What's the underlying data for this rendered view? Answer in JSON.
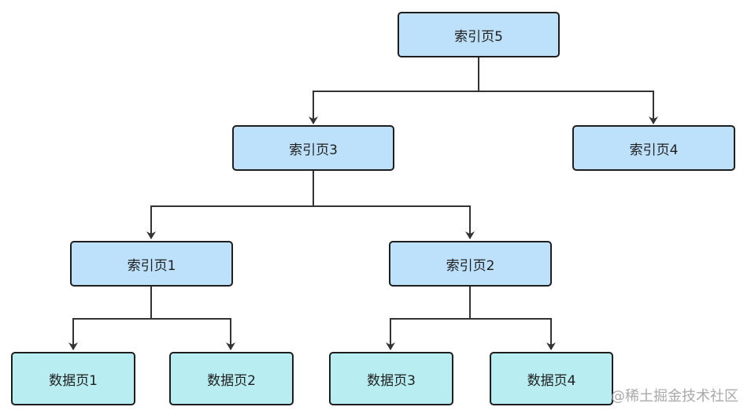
{
  "nodes": {
    "index5": "索引页5",
    "index3": "索引页3",
    "index4": "索引页4",
    "index1": "索引页1",
    "index2": "索引页2",
    "data1": "数据页1",
    "data2": "数据页2",
    "data3": "数据页3",
    "data4": "数据页4"
  },
  "watermark": "@稀土掘金技术社区",
  "colors": {
    "index_fill": "#bde0fb",
    "data_fill": "#b8edf1",
    "stroke": "#1e1e1e",
    "edge": "#333333"
  }
}
